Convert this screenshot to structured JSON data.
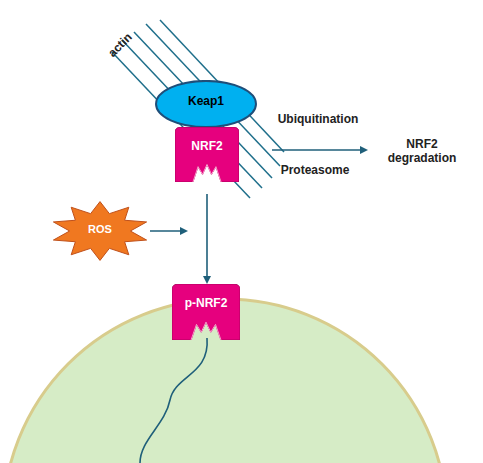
{
  "diagram": {
    "nodes": [
      {
        "text": [
          "Keap1"
        ]
      },
      {
        "text": [
          "NRF2"
        ]
      },
      {
        "text": [
          "ROS"
        ]
      },
      {
        "text": [
          "p-NRF2"
        ]
      }
    ],
    "edges": [
      {
        "from": 1,
        "to": 3,
        "arrow": "to"
      }
    ],
    "labels": [
      "actin",
      "Ubiquitination",
      "Proteasome",
      "NRF2 degradation"
    ]
  }
}
